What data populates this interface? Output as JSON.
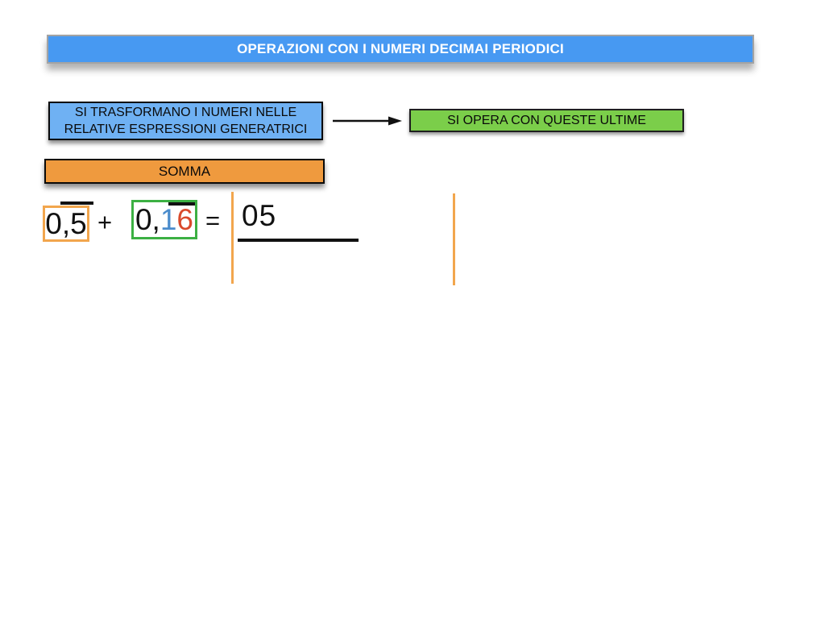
{
  "title_banner": {
    "label": "OPERAZIONI CON I NUMERI DECIMAI PERIODICI"
  },
  "flow": {
    "transform_box": {
      "line1": "SI TRASFORMANO I NUMERI NELLE",
      "line2": "RELATIVE ESPRESSIONI GENERATRICI"
    },
    "arrow_icon": "right-arrow",
    "operate_box": {
      "label": "SI OPERA CON QUESTE ULTIME"
    }
  },
  "operation": {
    "label": "SOMMA"
  },
  "equation": {
    "operand1": {
      "prefix": "0,",
      "period_digit": "5"
    },
    "plus_sign": "+",
    "operand2": {
      "prefix": "0,",
      "antiperiod_digit": "1",
      "period_digit": "6"
    },
    "equals_sign": "=",
    "result_numerator": "05"
  },
  "colors": {
    "banner_fill": "#4799f2",
    "banner_border": "#a3a3a3",
    "banner_text": "#ffffff",
    "transform_box_fill": "#6fb1f3",
    "operate_box_fill": "#7bce4a",
    "somma_box_fill": "#ef9a3e",
    "orange_accent": "#f2a64d",
    "operand2_border_green": "#3cb043",
    "digit_blue": "#4a8ccc",
    "digit_red": "#d94a2c",
    "ink_black": "#111111"
  }
}
